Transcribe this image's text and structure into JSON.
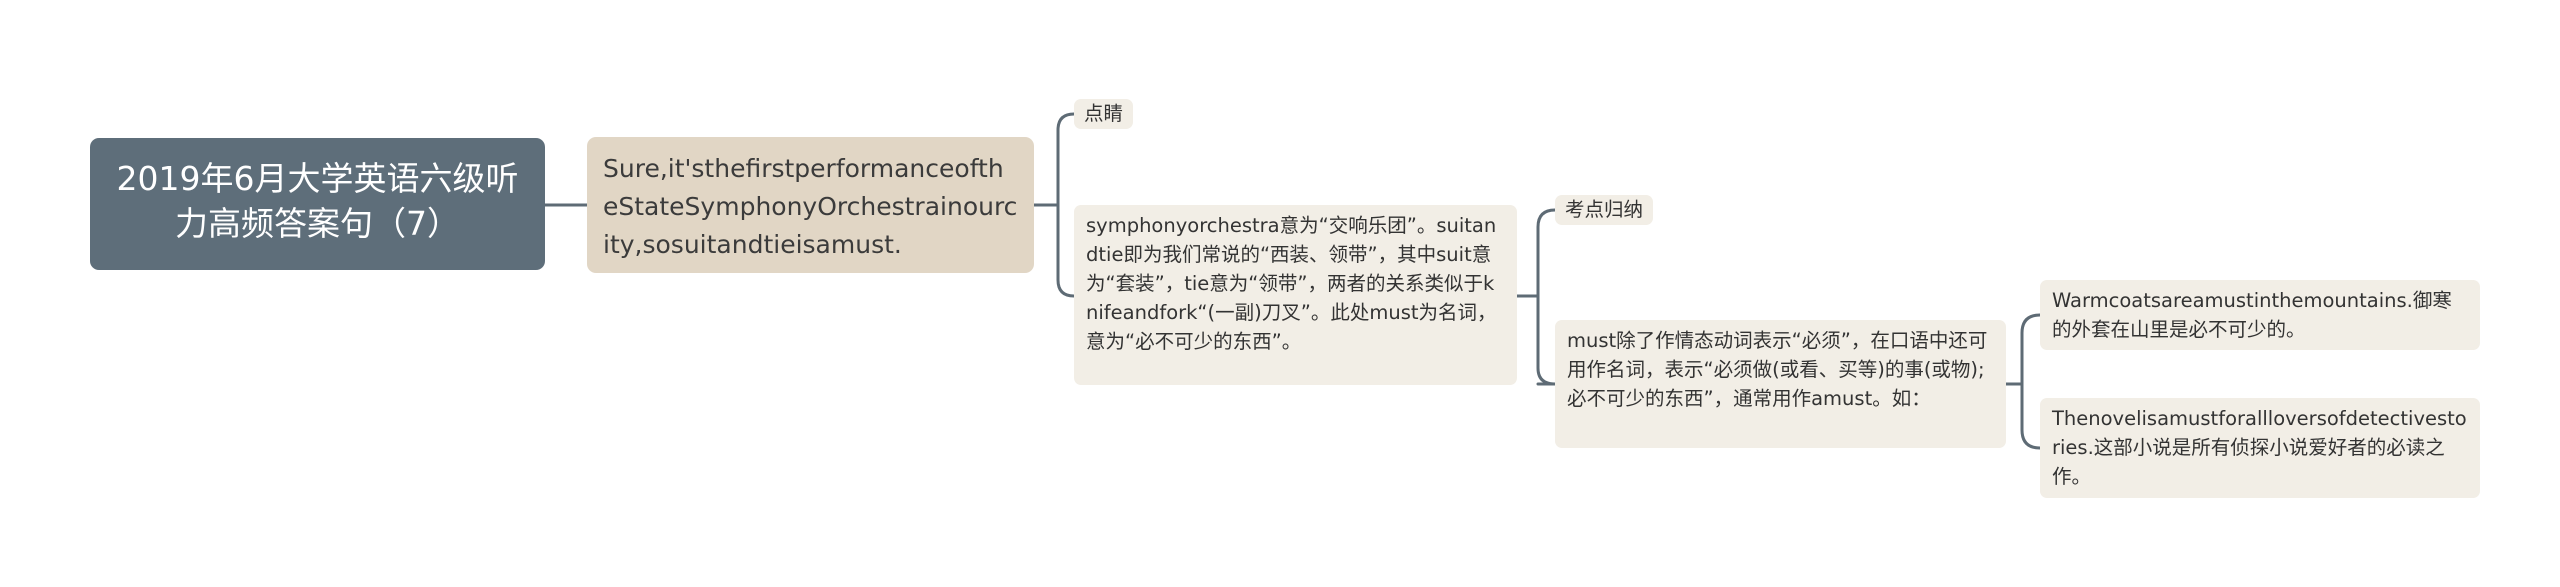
{
  "root": {
    "text": "2019年6月大学英语六级听力高频答案句（7）"
  },
  "sentence": {
    "text": "Sure,it'sthefirstperformanceoftheStateSymphonyOrchestrainourcity,sosuitandtieisamust."
  },
  "highlight": {
    "label": "点睛"
  },
  "explanation": {
    "text": "symphonyorchestra意为“交响乐团”。suitandtie即为我们常说的“西装、领带”，其中suit意为“套装”，tie意为“领带”，两者的关系类似于knifeandfork“(一副)刀叉”。此处must为名词，意为“必不可少的东西”。"
  },
  "summary": {
    "label": "考点归纳"
  },
  "usage": {
    "text": "must除了作情态动词表示“必须”，在口语中还可用作名词，表示“必须做(或看、买等)的事(或物);必不可少的东西”，通常用作amust。如："
  },
  "examples": [
    {
      "text": "Warmcoatsareamustinthemountains.御寒的外套在山里是必不可少的。"
    },
    {
      "text": "Thenovelisamustforallloversofdetectivestories.这部小说是所有侦探小说爱好者的必读之作。"
    }
  ],
  "colors": {
    "root_bg": "#5e6e7a",
    "level1_bg": "#e1d6c5",
    "leaf_bg": "#f2eee6",
    "connector": "#5e6b75"
  }
}
